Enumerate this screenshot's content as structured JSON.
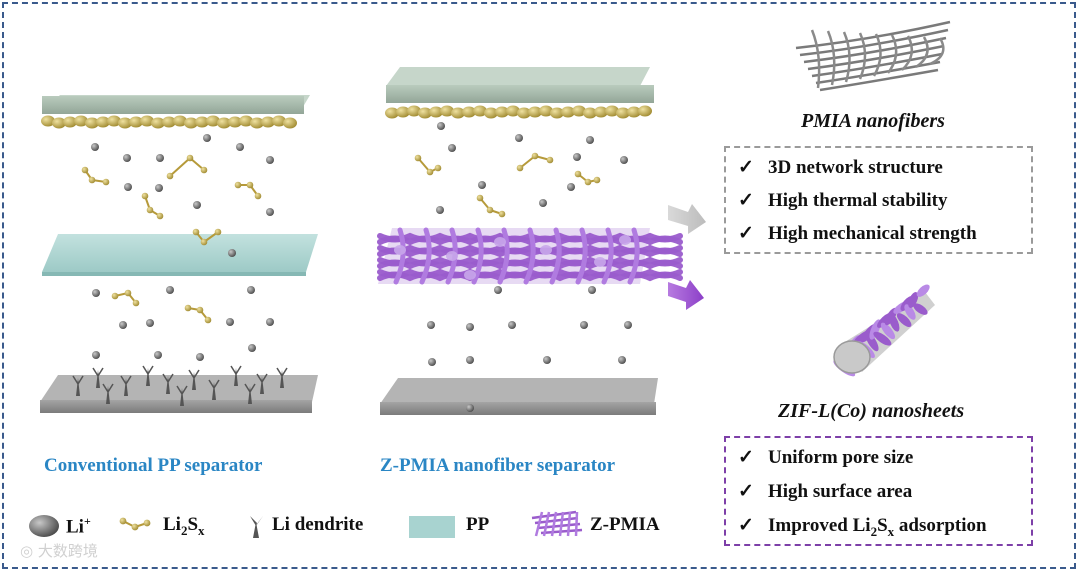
{
  "captions": {
    "conventional": "Conventional PP separator",
    "zpmia": "Z-PMIA nanofiber separator"
  },
  "pmia": {
    "title": "PMIA nanofibers",
    "features": [
      "3D network structure",
      "High thermal stability",
      "High mechanical strength"
    ]
  },
  "zif": {
    "title": "ZIF-L(Co) nanosheets",
    "features": [
      {
        "pre": "Uniform pore size",
        "sub": "",
        "post": ""
      },
      {
        "pre": "High surface area",
        "sub": "",
        "post": ""
      },
      {
        "pre": "Improved Li",
        "sub": "2",
        "post": "S"
      }
    ],
    "sub_x": "x",
    "tail": " adsorption"
  },
  "legend": {
    "li_ion": "Li",
    "li_ion_sup": "+",
    "polysulfide_pre": "Li",
    "polysulfide_sub1": "2",
    "polysulfide_mid": "S",
    "polysulfide_sub2": "x",
    "dendrite": "Li dendrite",
    "pp": "PP",
    "zpmia": "Z-PMIA"
  },
  "checkmark": "✓",
  "watermark": "大数跨境",
  "colors": {
    "caption": "#2a86c4",
    "cathode_plate": "#a9bcae",
    "sulfur": "#c9b45a",
    "pp_film": "#a8d3d0",
    "anode_plate": "#8e8e8e",
    "nanofiber": "#9a5ccc",
    "li_ion": "#6f6f6f",
    "arrow_gray": "#c8c8c8",
    "arrow_purple": "#9a4fd0",
    "box_purple": "#7d3fa8"
  }
}
